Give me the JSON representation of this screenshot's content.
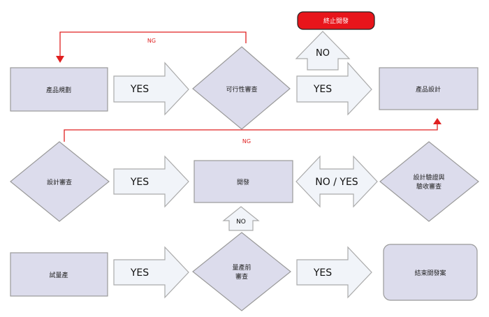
{
  "nodes": {
    "product_planning": "產品規劃",
    "feasibility_review": "可行性審查",
    "terminate_development": "終止開發",
    "product_design": "產品設計",
    "design_review": "設計審查",
    "development": "開發",
    "design_verification_line1": "設計驗證與",
    "design_verification_line2": "驗收審查",
    "trial_production": "試量產",
    "pre_mass_review_line1": "量產前",
    "pre_mass_review_line2": "審查",
    "close_case": "結束開發案"
  },
  "arrows": {
    "yes": "YES",
    "no": "NO",
    "no_yes": "NO / YES",
    "ng": "NG"
  },
  "colors": {
    "node_fill": "#dcdcec",
    "node_stroke": "#999999",
    "arrow_fill": "#f1f4f9",
    "arrow_stroke": "#aaaaaa",
    "ng_line": "#e02020",
    "terminate_fill": "#e8151b"
  }
}
